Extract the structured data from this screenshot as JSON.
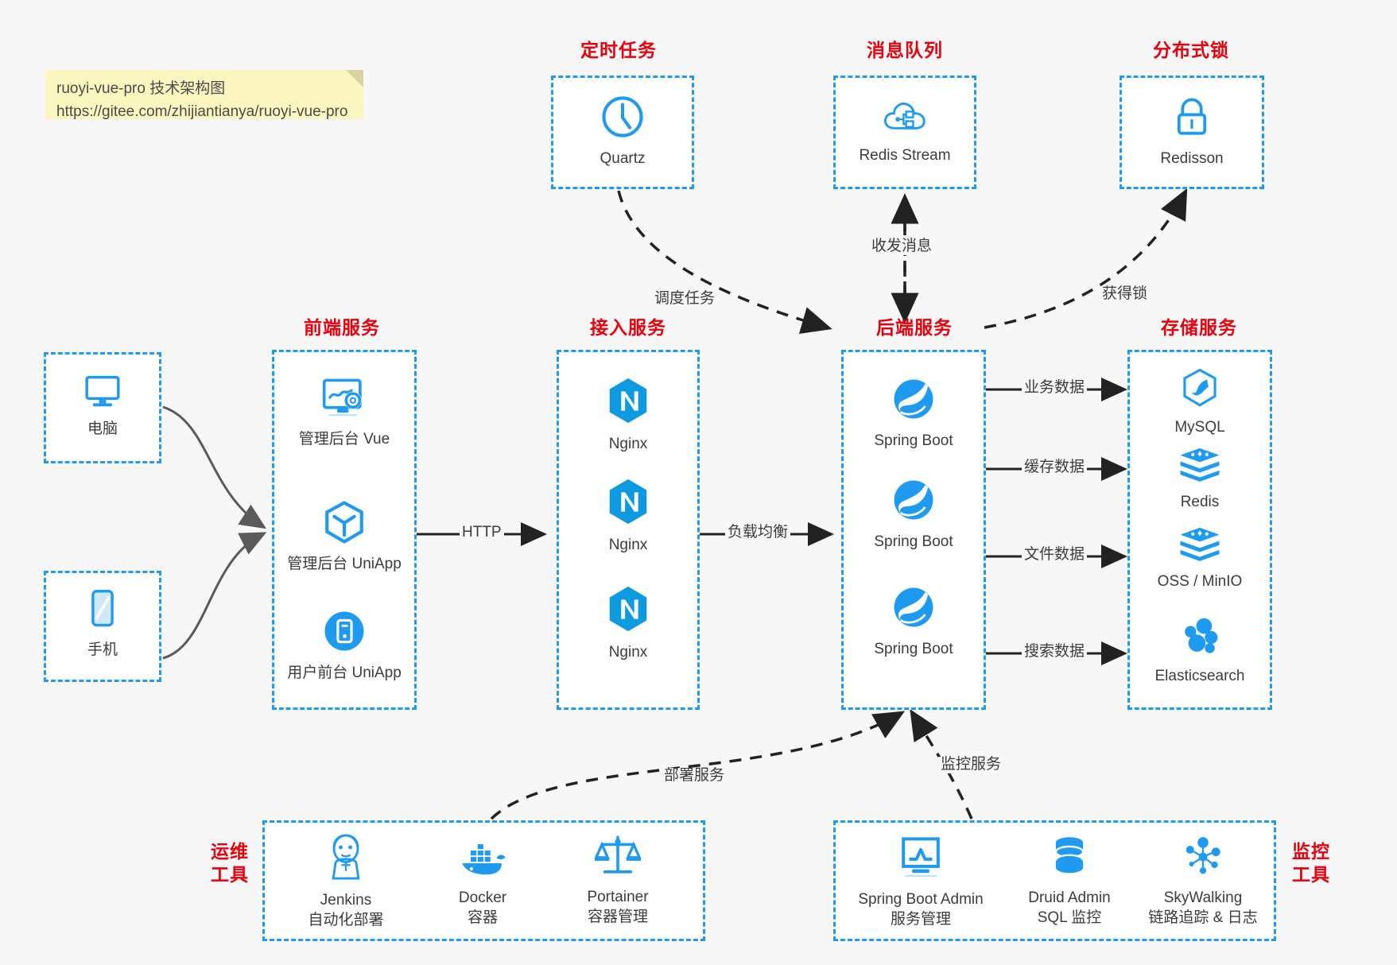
{
  "note": {
    "line1": "ruoyi-vue-pro 技术架构图",
    "line2": "https://gitee.com/zhijiantianya/ruoyi-vue-pro"
  },
  "colors": {
    "accent_blue": "#1e9bf0",
    "title_red": "#e8000d",
    "note_yellow": "#fbf5bf",
    "canvas": "#f7f7f7",
    "text": "#3c3c3c",
    "wire_dark": "#222222",
    "wire_gray": "#5a5a5a"
  },
  "groups": {
    "scheduled_task": {
      "title": "定时任务",
      "nodes": [
        {
          "icon": "clock-icon",
          "label": "Quartz"
        }
      ]
    },
    "message_queue": {
      "title": "消息队列",
      "nodes": [
        {
          "icon": "cloud-stream-icon",
          "label": "Redis Stream"
        }
      ]
    },
    "distributed_lock": {
      "title": "分布式锁",
      "nodes": [
        {
          "icon": "lock-icon",
          "label": "Redisson"
        }
      ]
    },
    "clients": {
      "nodes": [
        {
          "icon": "desktop-monitor-icon",
          "label": "电脑"
        },
        {
          "icon": "mobile-phone-icon",
          "label": "手机"
        }
      ]
    },
    "frontend_service": {
      "title": "前端服务",
      "nodes": [
        {
          "icon": "dashboard-settings-icon",
          "label": "管理后台 Vue"
        },
        {
          "icon": "uniapp-cube-icon",
          "label": "管理后台 UniApp"
        },
        {
          "icon": "app-circle-icon",
          "label": "用户前台 UniApp"
        }
      ]
    },
    "access_service": {
      "title": "接入服务",
      "nodes": [
        {
          "icon": "nginx-icon",
          "label": "Nginx"
        },
        {
          "icon": "nginx-icon",
          "label": "Nginx"
        },
        {
          "icon": "nginx-icon",
          "label": "Nginx"
        }
      ]
    },
    "backend_service": {
      "title": "后端服务",
      "nodes": [
        {
          "icon": "spring-leaf-icon",
          "label": "Spring Boot"
        },
        {
          "icon": "spring-leaf-icon",
          "label": "Spring Boot"
        },
        {
          "icon": "spring-leaf-icon",
          "label": "Spring Boot"
        }
      ]
    },
    "storage_service": {
      "title": "存储服务",
      "nodes": [
        {
          "icon": "mysql-dolphin-icon",
          "label": "MySQL"
        },
        {
          "icon": "redis-stack-icon",
          "label": "Redis"
        },
        {
          "icon": "oss-stack-icon",
          "label": "OSS / MinIO"
        },
        {
          "icon": "elasticsearch-icon",
          "label": "Elasticsearch"
        }
      ]
    },
    "devops_tools": {
      "title_line1": "运维",
      "title_line2": "工具",
      "nodes": [
        {
          "icon": "jenkins-butler-icon",
          "label": "Jenkins",
          "sub": "自动化部署"
        },
        {
          "icon": "docker-whale-icon",
          "label": "Docker",
          "sub": "容器"
        },
        {
          "icon": "portainer-scale-icon",
          "label": "Portainer",
          "sub": "容器管理"
        }
      ]
    },
    "monitor_tools": {
      "title_line1": "监控",
      "title_line2": "工具",
      "nodes": [
        {
          "icon": "monitor-chart-icon",
          "label": "Spring Boot Admin",
          "sub": "服务管理"
        },
        {
          "icon": "database-stack-icon",
          "label": "Druid Admin",
          "sub": "SQL 监控"
        },
        {
          "icon": "skywalking-node-icon",
          "label": "SkyWalking",
          "sub": "链路追踪 & 日志"
        }
      ]
    }
  },
  "edges": [
    {
      "name": "http",
      "label": "HTTP"
    },
    {
      "name": "load-balance",
      "label": "负载均衡"
    },
    {
      "name": "schedule-task",
      "label": "调度任务"
    },
    {
      "name": "send-receive-message",
      "label": "收发消息"
    },
    {
      "name": "acquire-lock",
      "label": "获得锁"
    },
    {
      "name": "business-data",
      "label": "业务数据"
    },
    {
      "name": "cache-data",
      "label": "缓存数据"
    },
    {
      "name": "file-data",
      "label": "文件数据"
    },
    {
      "name": "search-data",
      "label": "搜索数据"
    },
    {
      "name": "deploy-service",
      "label": "部署服务"
    },
    {
      "name": "monitor-service",
      "label": "监控服务"
    }
  ]
}
